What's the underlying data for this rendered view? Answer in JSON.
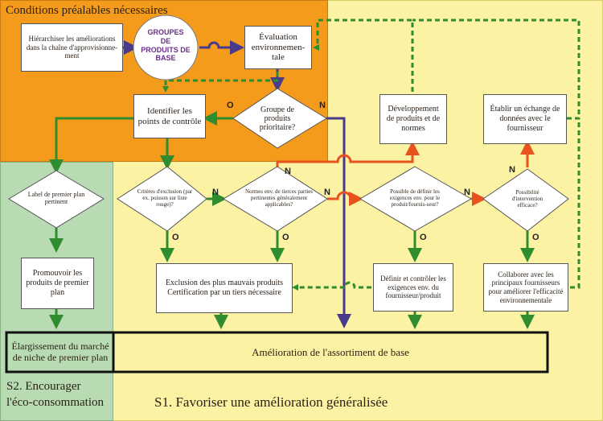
{
  "regions": {
    "prerequisites": {
      "title": "Conditions préalables nécessaires",
      "color": "#f59b1c"
    },
    "s1": {
      "title": "S1. Favoriser une amélioration généralisée",
      "color": "#fbf3a3"
    },
    "s2": {
      "title_line1": "S2.  Encourager",
      "title_line2": "l'éco-consommation",
      "color": "#b9dbb4"
    }
  },
  "nodes": {
    "prioritize": "Hiérarchiser les améliorations dans la chaîne d'approvisionne-ment",
    "groups_line1": "GROUPES",
    "groups_line2": "DE",
    "groups_line3": "PRODUITS DE",
    "groups_line4": "BASE",
    "evaluation": "Évaluation environnemen-tale",
    "priority_group": "Groupe de produits prioritaire?",
    "control_points": "Identifier les points de contrôle",
    "product_dev": "Développement de produits et de normes",
    "supplier_exchange": "Établir un échange de données avec le fournisseur",
    "premium_label": "Label de premier plan pertinent",
    "exclusion_criteria": "Critères d'exclusion (par ex. poisson sur liste rouge)?",
    "third_party_norms": "Normes env. de tierces parties pertinentes généralement applicables?",
    "define_requirements": "Possible de définir les exigences env. pour le produit/fournis-seur?",
    "intervention": "Possibilité d'intervention efficace?",
    "promote_premium": "Promouvoir les produits de premier plan",
    "exclusion_cert": "Exclusion des plus mauvais produits Certification par un tiers nécessaire",
    "control_requirements": "Définir et contrôler les exigences env. du fournisseur/produit",
    "collaborate": "Collaborer avec les principaux fournisseurs pour améliorer l'efficacité environnementale",
    "niche_expansion": "Élargissement du marché de niche de premier plan",
    "base_assortment": "Amélioration de l'assortiment de base"
  },
  "edge_labels": {
    "priority_yes": "O",
    "priority_no": "N",
    "exclusion_no": "N",
    "exclusion_yes": "O",
    "norms_no_top": "N",
    "norms_no_right": "N",
    "norms_yes": "O",
    "define_no": "N",
    "define_yes": "O",
    "intervention_no": "N",
    "intervention_yes": "O"
  },
  "colors": {
    "green_arrow": "#2f8c2f",
    "orange_arrow": "#e8521e",
    "purple_arrow": "#4a3a8a",
    "dashed_feedback": "#2f8c2f"
  }
}
